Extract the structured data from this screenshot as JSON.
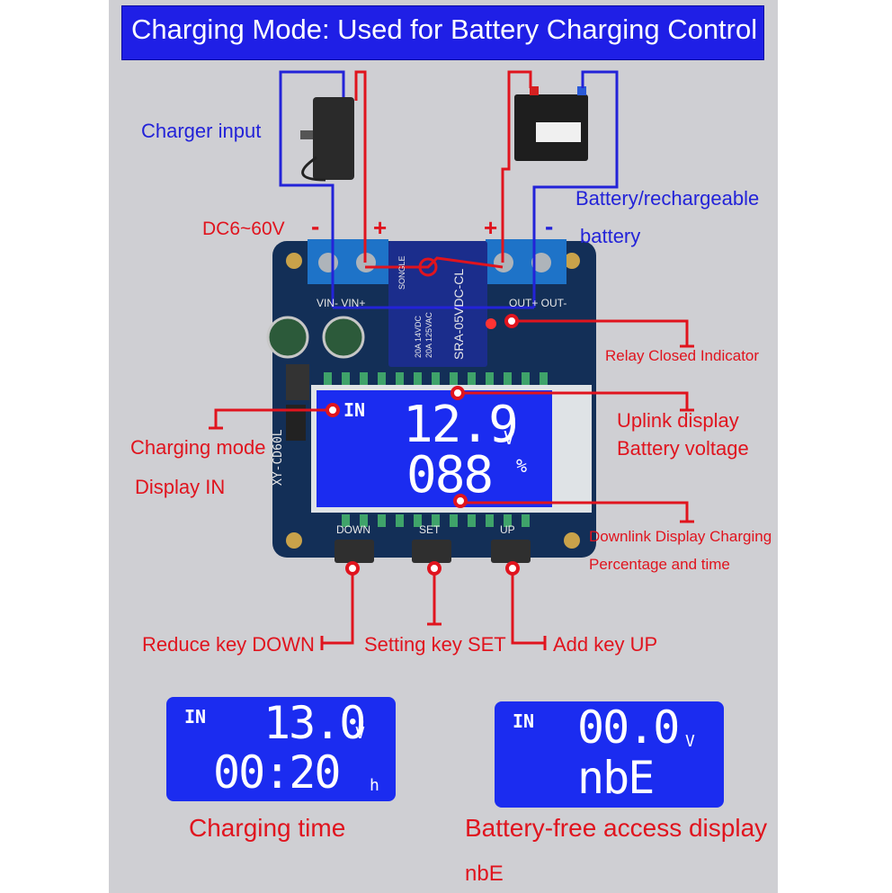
{
  "title": "Charging Mode: Used for Battery Charging Control",
  "labels": {
    "charger_input": "Charger input",
    "battery_line1": "Battery/rechargeable",
    "battery_line2": "battery",
    "dc_range": "DC6~60V",
    "minus_left": "-",
    "plus_left": "+",
    "plus_right": "+",
    "minus_right": "-",
    "relay_indicator": "Relay Closed Indicator",
    "uplink_line1": "Uplink display",
    "uplink_line2": "Battery voltage",
    "charging_mode_line1": "Charging mode",
    "charging_mode_line2": "Display IN",
    "downlink_line1": "Downlink Display Charging",
    "downlink_line2": "Percentage and time",
    "reduce_key": "Reduce key DOWN",
    "setting_key": "Setting key SET",
    "add_key": "Add key UP"
  },
  "board": {
    "model": "XY-CD60L",
    "terminals_in": "VIN- VIN+",
    "terminals_out": "OUT+ OUT-",
    "relay_brand": "SONGLE",
    "relay_model": "SRA-05VDC-CL",
    "relay_rating1": "20A 14VDC",
    "relay_rating2": "20A 125VAC",
    "buttons": [
      "DOWN",
      "SET",
      "UP"
    ],
    "lcd": {
      "mode": "IN",
      "top": "12.9",
      "top_unit": "V",
      "bottom": "088",
      "bottom_unit": "%"
    }
  },
  "example_displays": [
    {
      "mode": "IN",
      "top": "13.0",
      "top_unit": "V",
      "bottom": "00:20",
      "bottom_unit": "h",
      "caption_line1": "Charging time",
      "caption_line2": ""
    },
    {
      "mode": "IN",
      "top": "00.0",
      "top_unit": "V",
      "bottom": "nbE",
      "bottom_unit": "",
      "caption_line1": "Battery-free access display",
      "caption_line2": "nbE"
    }
  ],
  "colors": {
    "label_red": "#e0141e",
    "label_blue": "#2323d8",
    "lcd_blue": "#1b2cf0",
    "title_bg": "#1f1fe6"
  }
}
